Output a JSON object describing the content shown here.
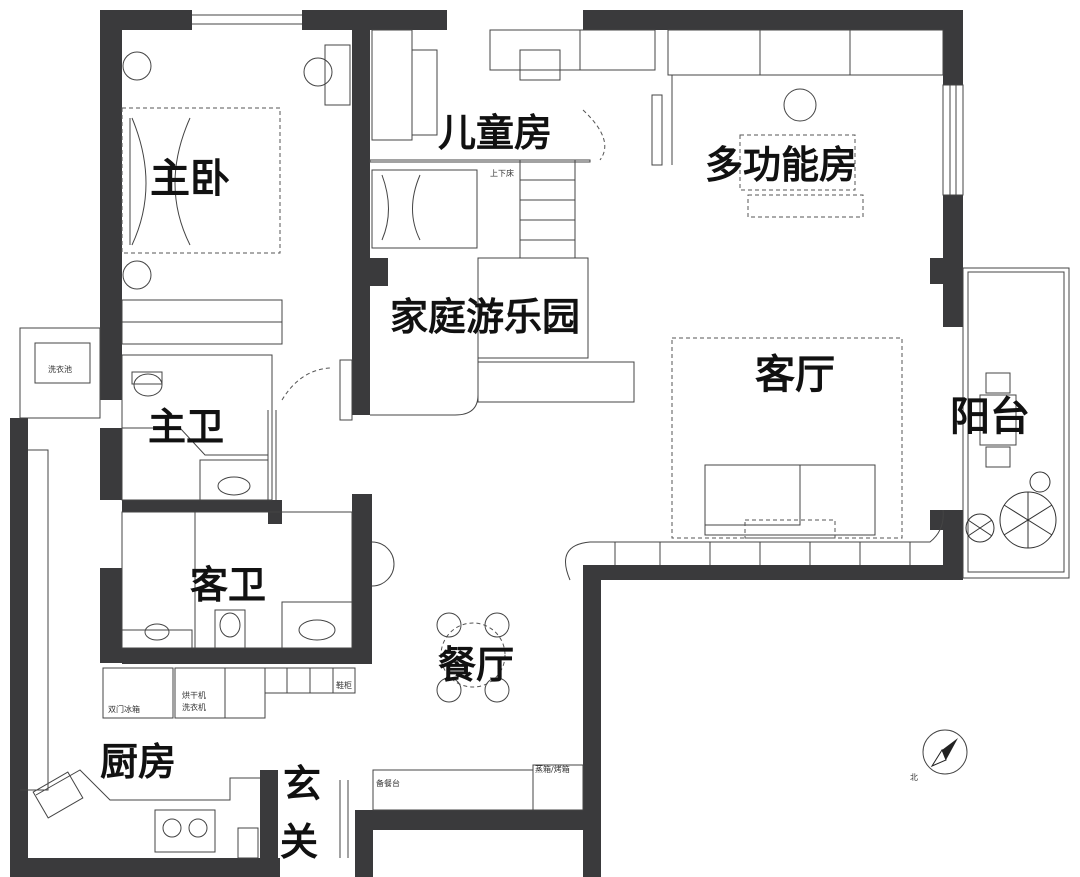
{
  "rooms": {
    "master_bedroom": "主卧",
    "kids_room": "儿童房",
    "multi_room": "多功能房",
    "family_play": "家庭游乐园",
    "living_room": "客厅",
    "balcony": "阳台",
    "master_bath": "主卫",
    "guest_bath": "客卫",
    "dining_room": "餐厅",
    "kitchen": "厨房",
    "foyer_1": "玄",
    "foyer_2": "关"
  },
  "fixtures": {
    "bunk_bed": "上下床",
    "laundry_sink": "洗衣池",
    "fridge": "双门冰箱",
    "dryer": "烘干机",
    "washer": "洗衣机",
    "shoe_cabinet": "鞋柜",
    "prep_counter": "备餐台",
    "oven": "蒸箱/烤箱"
  },
  "compass": {
    "north": "北"
  },
  "colors": {
    "wall": "#3a3a3c",
    "line": "#444444",
    "label": "#111111"
  }
}
